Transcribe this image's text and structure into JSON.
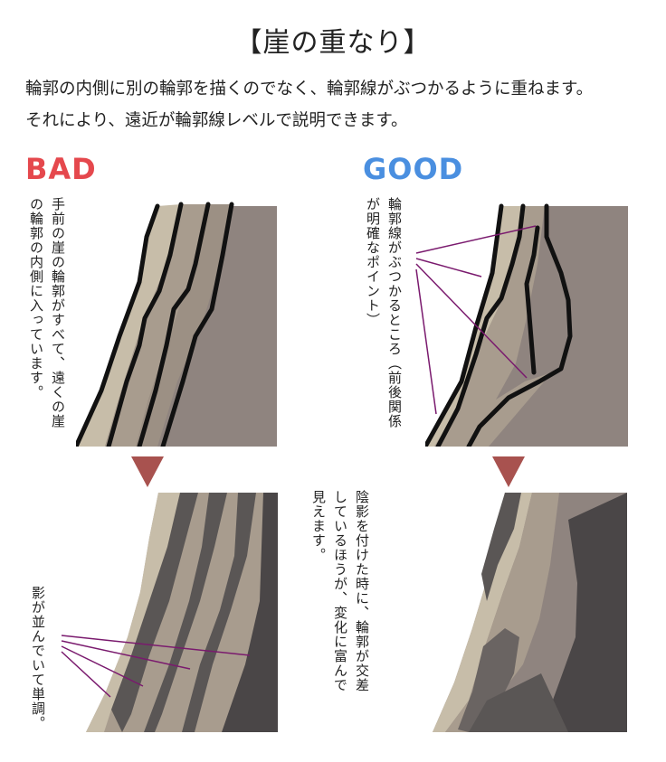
{
  "title": "【崖の重なり】",
  "intro": {
    "line1": "輪郭の内側に別の輪郭を描くのでなく、輪郭線がぶつかるように重ねます。",
    "line2": "それにより、遠近が輪郭線レベルで説明できます。"
  },
  "bad": {
    "label": "BAD",
    "note_top": "手前の崖の輪郭がすべて、遠くの崖の輪郭の内側に入っています。",
    "note_bottom": "影が並んでいて単調。"
  },
  "good": {
    "label": "GOOD",
    "note_top": "輪郭線がぶつかるところ（前後関係が明確なポイント）",
    "note_bottom": "陰影を付けた時に、輪郭が交差しているほうが、変化に富んで見えます。"
  },
  "colors": {
    "bad_label": "#e5484d",
    "good_label": "#4a8fe0",
    "arrow": "#a8524f",
    "pointer_line": "#7a1a6e",
    "rock_light": "#c7bda9",
    "rock_mid": "#a89c8e",
    "rock_dark": "#8f847f",
    "rock_shadow": "#5a5655"
  }
}
